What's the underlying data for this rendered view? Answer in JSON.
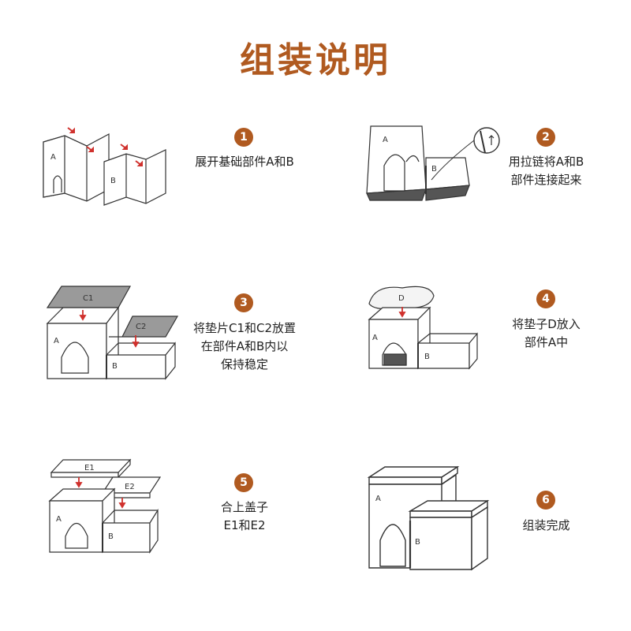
{
  "title": "组装说明",
  "accent": "#b05a20",
  "steps": [
    {
      "number": "1",
      "text": "展开基础部件A和B",
      "labels": [
        "A",
        "B"
      ]
    },
    {
      "number": "2",
      "text": "用拉链将A和B\n部件连接起来",
      "labels": [
        "A",
        "B"
      ]
    },
    {
      "number": "3",
      "text": "将垫片C1和C2放置\n在部件A和B内以\n保持稳定",
      "labels": [
        "A",
        "B",
        "C1",
        "C2"
      ]
    },
    {
      "number": "4",
      "text": "将垫子D放入\n部件A中",
      "labels": [
        "A",
        "B",
        "D"
      ]
    },
    {
      "number": "5",
      "text": "合上盖子\nE1和E2",
      "labels": [
        "A",
        "B",
        "E1",
        "E2"
      ]
    },
    {
      "number": "6",
      "text": "组装完成",
      "labels": [
        "A",
        "B"
      ]
    }
  ]
}
